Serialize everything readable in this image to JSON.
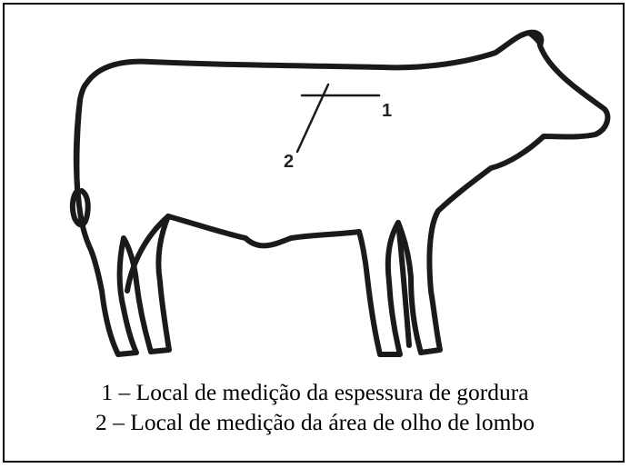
{
  "figure": {
    "markers": [
      {
        "number": "1"
      },
      {
        "number": "2"
      }
    ],
    "legend": [
      {
        "text": "1 – Local de medição da espessura de gordura"
      },
      {
        "text": "2 – Local de medição da área de olho de lombo"
      }
    ],
    "colors": {
      "outline": "#1a1a1a",
      "text": "#000000",
      "background": "#ffffff"
    }
  }
}
